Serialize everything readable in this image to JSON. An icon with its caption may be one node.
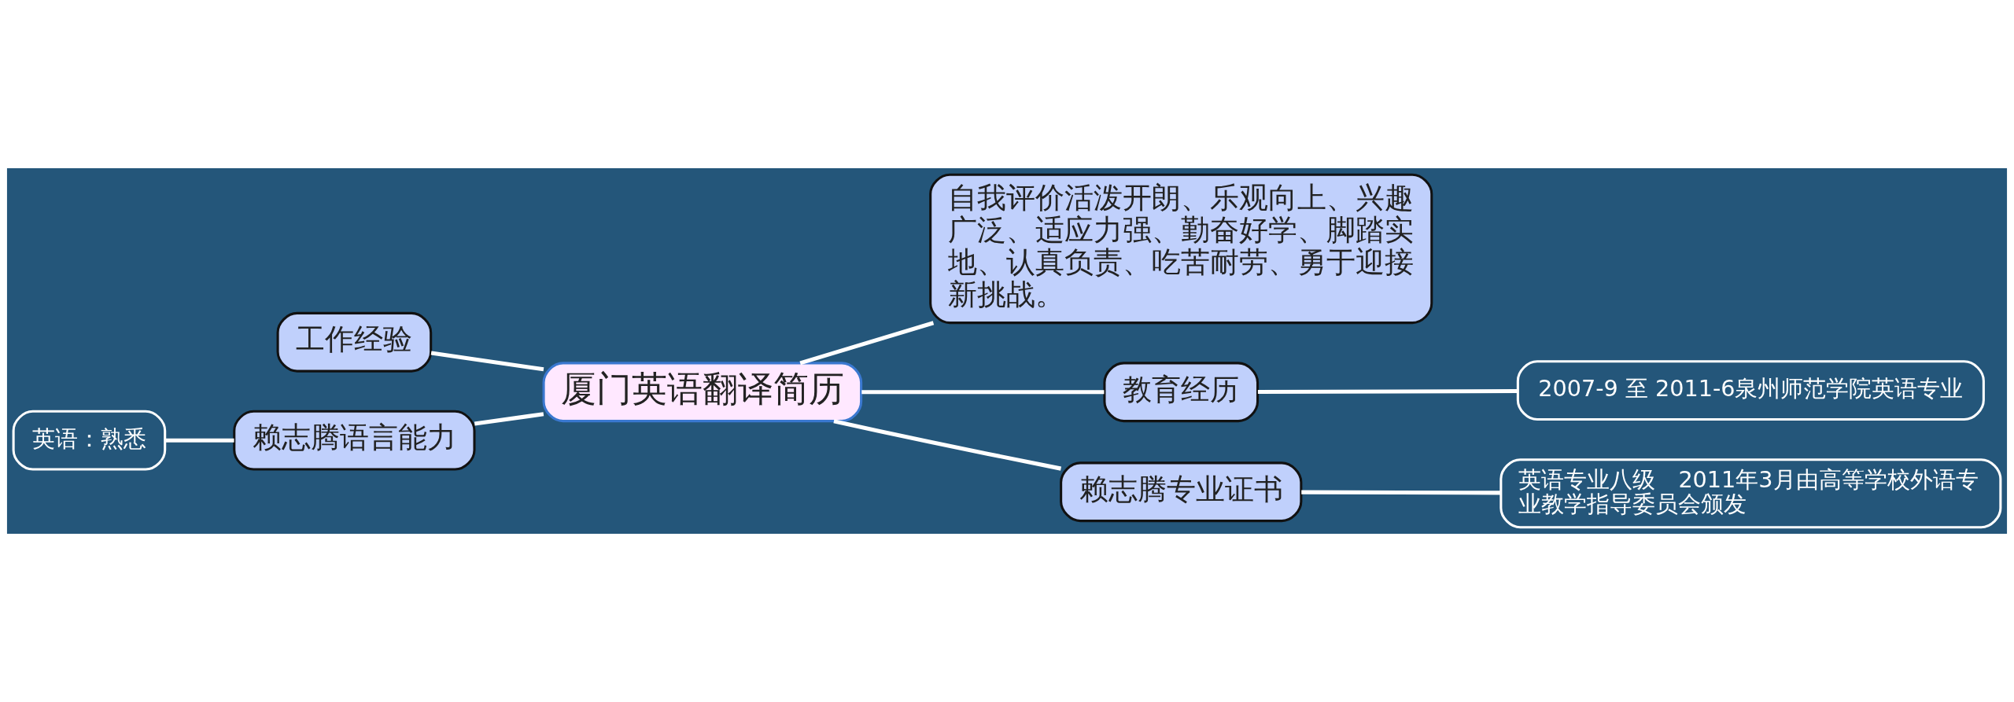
{
  "diagram": {
    "nodes": [
      {
        "text": [
          "厦门英语翻译简历"
        ]
      },
      {
        "text": [
          "工作经验"
        ]
      },
      {
        "text": [
          "赖志腾语言能力"
        ]
      },
      {
        "text": [
          "英语：熟悉"
        ]
      },
      {
        "text": [
          "自我评价活泼开朗、乐观向上、兴趣广泛、适应力强、勤奋好学、脚踏实地、认真负责、吃苦耐劳、勇于迎接新挑战。"
        ]
      },
      {
        "text": [
          "教育经历"
        ]
      },
      {
        "text": [
          "2007-9 至 2011-6泉州师范学院英语专业"
        ]
      },
      {
        "text": [
          "赖志腾专业证书"
        ]
      },
      {
        "text": [
          "英语专业八级　2011年3月由高等学校外语专业教学指导委员会颁发"
        ]
      }
    ],
    "edges": [
      {
        "from": 0,
        "to": 1,
        "arrow": "none"
      },
      {
        "from": 0,
        "to": 2,
        "arrow": "none"
      },
      {
        "from": 2,
        "to": 3,
        "arrow": "none"
      },
      {
        "from": 0,
        "to": 4,
        "arrow": "none"
      },
      {
        "from": 0,
        "to": 5,
        "arrow": "none"
      },
      {
        "from": 5,
        "to": 6,
        "arrow": "none"
      },
      {
        "from": 0,
        "to": 7,
        "arrow": "none"
      },
      {
        "from": 7,
        "to": 8,
        "arrow": "none"
      }
    ]
  }
}
